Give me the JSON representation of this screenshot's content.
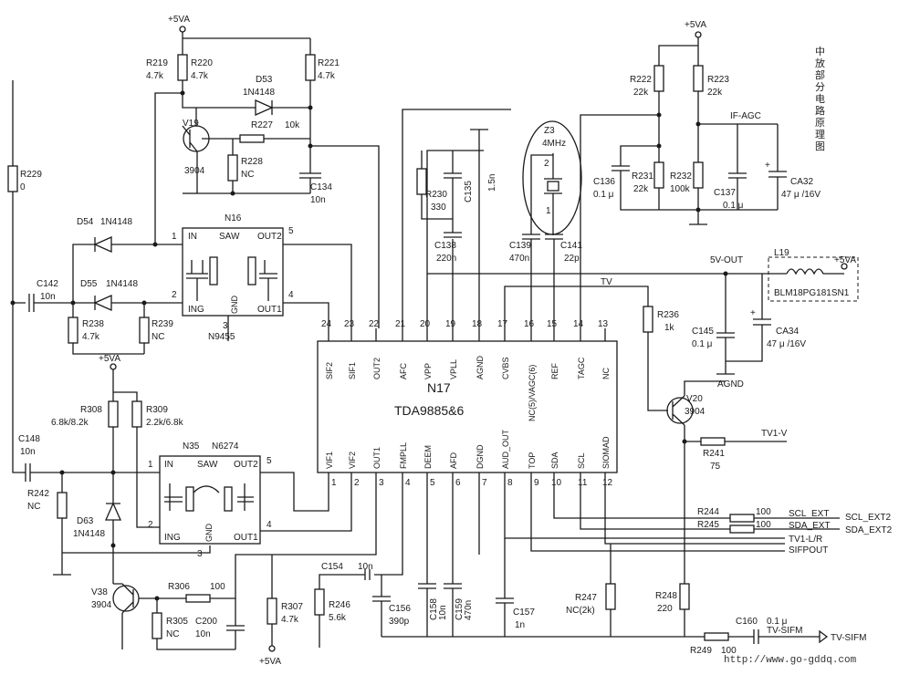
{
  "title_vertical": "中放部分电路原理图",
  "watermark_url": "http://www.go-gddq.com",
  "power": {
    "vcc_top": "+5VA",
    "vcc_right": "+5VA",
    "vcc_308": "+5VA",
    "vcc_307": "+5VA",
    "vcc_l19": "+5VA"
  },
  "nets": {
    "if_agc": "IF-AGC",
    "v5_out": "5V-OUT",
    "tv": "TV",
    "agnd": "AGND",
    "tv1_v": "TV1-V",
    "scl_ext": "SCL_EXT",
    "sda_ext": "SDA_EXT",
    "scl_ext2": "SCL_EXT2",
    "sda_ext2": "SDA_EXT2",
    "tv1_lr": "TV1-L/R",
    "sifpout": "SIFPOUT",
    "tv_sifm": "TV-SIFM",
    "tv_sifm2": "TV-SIFM"
  },
  "ic": {
    "ref": "N17",
    "part": "TDA9885&6",
    "top_pins": [
      {
        "num": "24",
        "name": "SIF2"
      },
      {
        "num": "23",
        "name": "SIF1"
      },
      {
        "num": "22",
        "name": "OUT2"
      },
      {
        "num": "21",
        "name": "AFC"
      },
      {
        "num": "20",
        "name": "VPP"
      },
      {
        "num": "19",
        "name": "VPLL"
      },
      {
        "num": "18",
        "name": "AGND"
      },
      {
        "num": "17",
        "name": "CVBS"
      },
      {
        "num": "16",
        "name": "NC(5)/VAGC(6)"
      },
      {
        "num": "15",
        "name": "REF"
      },
      {
        "num": "14",
        "name": "TAGC"
      },
      {
        "num": "13",
        "name": "NC"
      }
    ],
    "bottom_pins": [
      {
        "num": "1",
        "name": "VIF1"
      },
      {
        "num": "2",
        "name": "VIF2"
      },
      {
        "num": "3",
        "name": "OUT1"
      },
      {
        "num": "4",
        "name": "FMPLL"
      },
      {
        "num": "5",
        "name": "DEEM"
      },
      {
        "num": "6",
        "name": "AFD"
      },
      {
        "num": "7",
        "name": "DGND"
      },
      {
        "num": "8",
        "name": "AUD_OUT"
      },
      {
        "num": "9",
        "name": "TOP"
      },
      {
        "num": "10",
        "name": "SDA"
      },
      {
        "num": "11",
        "name": "SCL"
      },
      {
        "num": "12",
        "name": "SIOMAD"
      }
    ]
  },
  "saw1": {
    "ref": "N16",
    "part": "N9455",
    "type": "SAW",
    "in": "IN",
    "ing": "ING",
    "gnd": "GND",
    "out1": "OUT1",
    "out2": "OUT2",
    "p1": "1",
    "p2": "2",
    "p3": "3",
    "p4": "4",
    "p5": "5"
  },
  "saw2": {
    "ref": "N35",
    "part": "N6274",
    "type": "SAW",
    "in": "IN",
    "ing": "ING",
    "gnd": "GND",
    "out1": "OUT1",
    "out2": "OUT2",
    "p1": "1",
    "p2": "2",
    "p3": "3",
    "p4": "4",
    "p5": "5"
  },
  "parts": {
    "r219": "R219",
    "r219v": "4.7k",
    "r220": "R220",
    "r220v": "4.7k",
    "r221": "R221",
    "r221v": "4.7k",
    "d53": "D53",
    "d53v": "1N4148",
    "v19": "V19",
    "v19v": "3904",
    "r227": "R227",
    "r227v": "10k",
    "r228": "R228",
    "r228v": "NC",
    "c134": "C134",
    "c134v": "10n",
    "r229": "R229",
    "r229v": "0",
    "d54": "D54",
    "d54v": "1N4148",
    "d55": "D55",
    "d55v": "1N4148",
    "c142": "C142",
    "c142v": "10n",
    "r238": "R238",
    "r238v": "4.7k",
    "r239": "R239",
    "r239v": "NC",
    "r230": "R230",
    "r230v": "330",
    "c135": "C135",
    "c135v": "1.5n",
    "c138": "C138",
    "c138v": "220n",
    "z3": "Z3",
    "z3v": "4MHz",
    "c139": "C139",
    "c139v": "470n",
    "c141": "C141",
    "c141v": "22p",
    "r222": "R222",
    "r222v": "22k",
    "r223": "R223",
    "r223v": "22k",
    "c136": "C136",
    "c136v": "0.1 μ",
    "r231": "R231",
    "r231v": "22k",
    "r232": "R232",
    "r232v": "100k",
    "c137": "C137",
    "c137v": "0.1 μ",
    "ca32": "CA32",
    "ca32v": "47 μ /16V",
    "l19": "L19",
    "l19v": "BLM18PG181SN1",
    "r236": "R236",
    "r236v": "1k",
    "c145": "C145",
    "c145v": "0.1 μ",
    "ca34": "CA34",
    "ca34v": "47 μ /16V",
    "v20": "V20",
    "v20v": "3904",
    "r241": "R241",
    "r241v": "75",
    "c148": "C148",
    "c148v": "10n",
    "r242": "R242",
    "r242v": "NC",
    "r308": "R308",
    "r308v": "6.8k/8.2k",
    "r309": "R309",
    "r309v": "2.2k/6.8k",
    "d63": "D63",
    "d63v": "1N4148",
    "v38": "V38",
    "v38v": "3904",
    "r306": "R306",
    "r306v": "100",
    "r305": "R305",
    "r305v": "NC",
    "c200": "C200",
    "c200v": "10n",
    "r307": "R307",
    "r307v": "4.7k",
    "c154": "C154",
    "c154v": "10n",
    "r246": "R246",
    "r246v": "5.6k",
    "c156": "C156",
    "c156v": "390p",
    "c158": "C158",
    "c158v": "10n",
    "c159": "C159",
    "c159v": "470n",
    "c157": "C157",
    "c157v": "1n",
    "r247": "R247",
    "r247v": "NC(2k)",
    "r248": "R248",
    "r248v": "220",
    "r244": "R244",
    "r244v": "100",
    "r245": "R245",
    "r245v": "100",
    "c160": "C160",
    "c160v": "0.1 μ",
    "r249": "R249",
    "r249v": "100"
  }
}
